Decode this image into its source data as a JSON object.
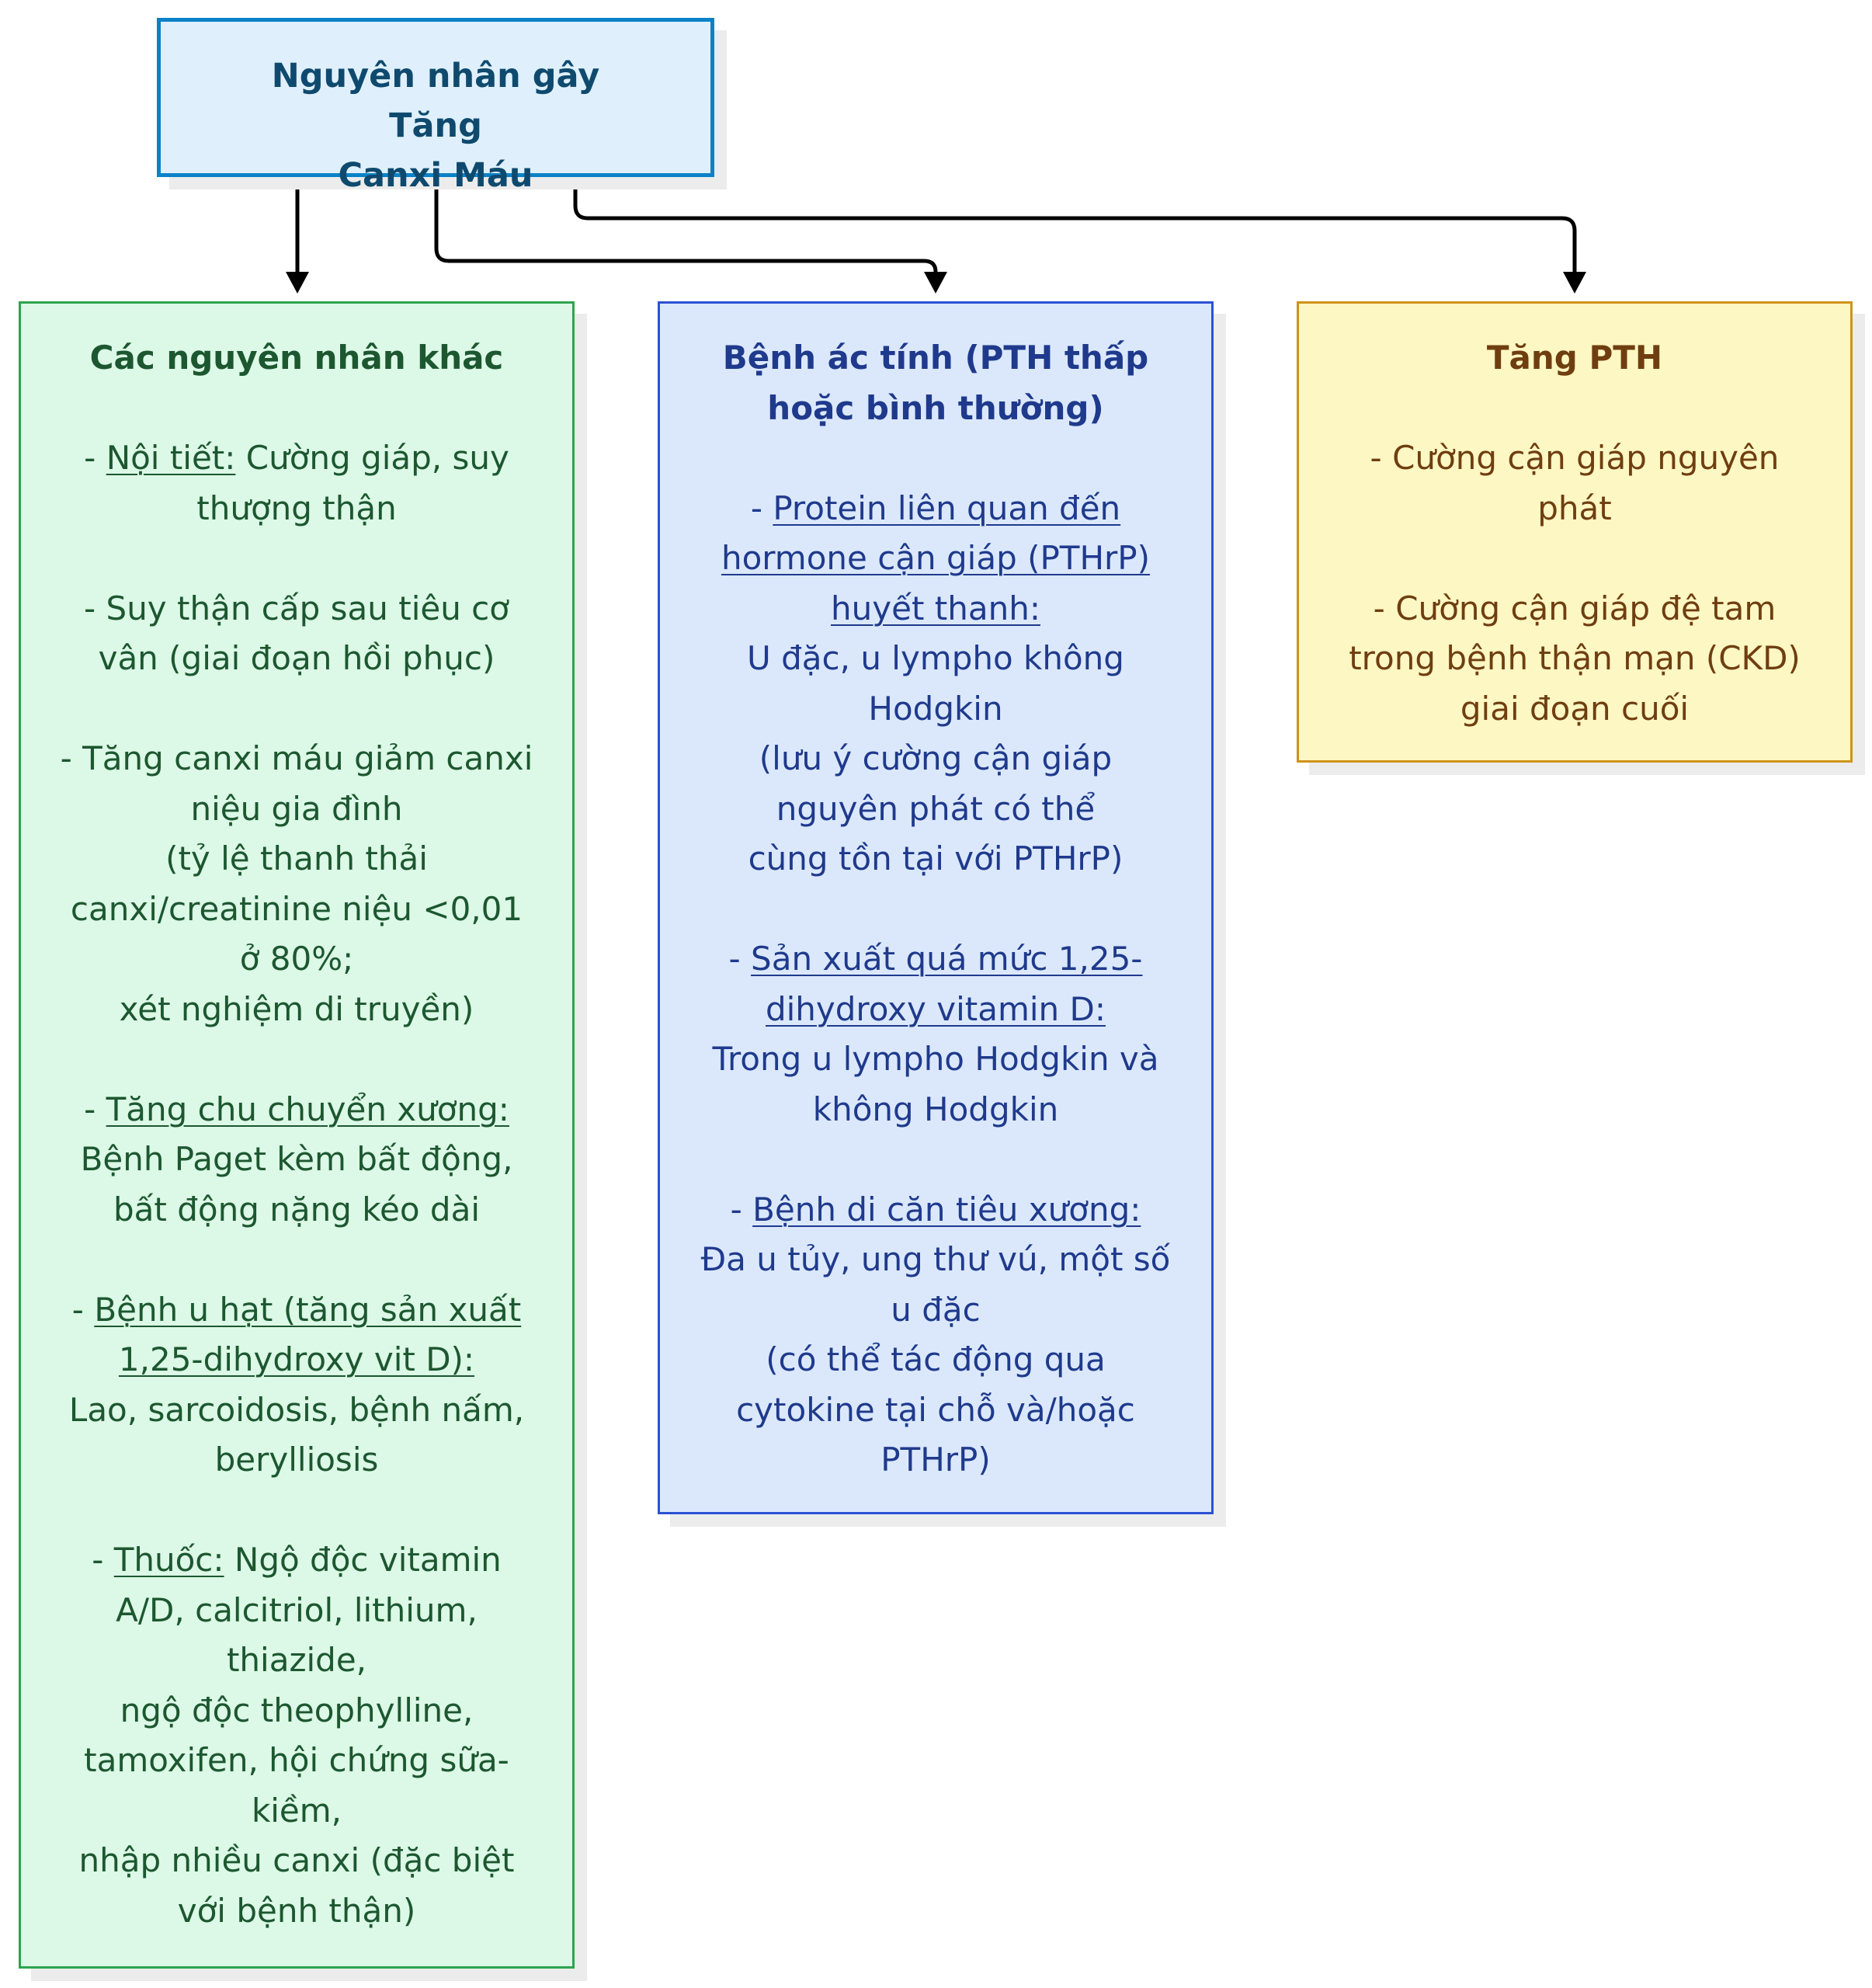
{
  "root": {
    "title_line1": "Nguyên nhân gây Tăng",
    "title_line2": "Canxi Máu"
  },
  "colors": {
    "root_border": "#0b82c8",
    "green_border": "#2ea44f",
    "blue_border": "#2b52d4",
    "yellow_border": "#cf9319"
  },
  "green": {
    "title": "Các nguyên nhân khác",
    "items": [
      {
        "label": "Nội tiết:",
        "text": " Cường giáp, suy thượng thận"
      },
      {
        "label": "",
        "text": "Suy thận cấp sau tiêu cơ vân (giai đoạn hồi phục)"
      },
      {
        "label": "",
        "text": "Tăng canxi máu giảm canxi niệu gia đình",
        "extra": [
          "(tỷ lệ thanh thải canxi/creatinine niệu <0,01 ở 80%;",
          "xét nghiệm di truyền)"
        ]
      },
      {
        "label": "Tăng chu chuyển xương:",
        "text": "Bệnh Paget kèm bất động, bất động nặng kéo dài"
      },
      {
        "label": "Bệnh u hạt (tăng sản xuất 1,25-dihydroxy vit D):",
        "text": "Lao, sarcoidosis, bệnh nấm, berylliosis"
      },
      {
        "label": "Thuốc:",
        "text": " Ngộ độc vitamin A/D, calcitriol, lithium, thiazide,",
        "extra": [
          "ngộ độc theophylline, tamoxifen, hội chứng sữa-kiềm,",
          "nhập nhiều canxi (đặc biệt với bệnh thận)"
        ]
      }
    ]
  },
  "blue": {
    "title": "Bệnh ác tính (PTH thấp hoặc bình thường)",
    "items": [
      {
        "label": "Protein liên quan đến hormone cận giáp (PTHrP) huyết thanh:",
        "text": "U đặc, u lympho không Hodgkin",
        "extra": [
          "(lưu ý cường cận giáp nguyên phát có thể",
          "cùng tồn tại với PTHrP)"
        ]
      },
      {
        "label": "Sản xuất quá mức 1,25-dihydroxy vitamin D:",
        "text": "Trong u lympho Hodgkin và không Hodgkin"
      },
      {
        "label": "Bệnh di căn tiêu xương:",
        "text": "Đa u tủy, ung thư vú, một số u đặc",
        "extra": [
          "(có thể tác động qua cytokine tại chỗ và/hoặc PTHrP)"
        ]
      }
    ]
  },
  "yellow": {
    "title": "Tăng PTH",
    "items": [
      {
        "label": "",
        "text": "Cường cận giáp nguyên phát"
      },
      {
        "label": "",
        "text": "Cường cận giáp đệ tam trong bệnh thận mạn (CKD) giai đoạn cuối"
      }
    ]
  }
}
